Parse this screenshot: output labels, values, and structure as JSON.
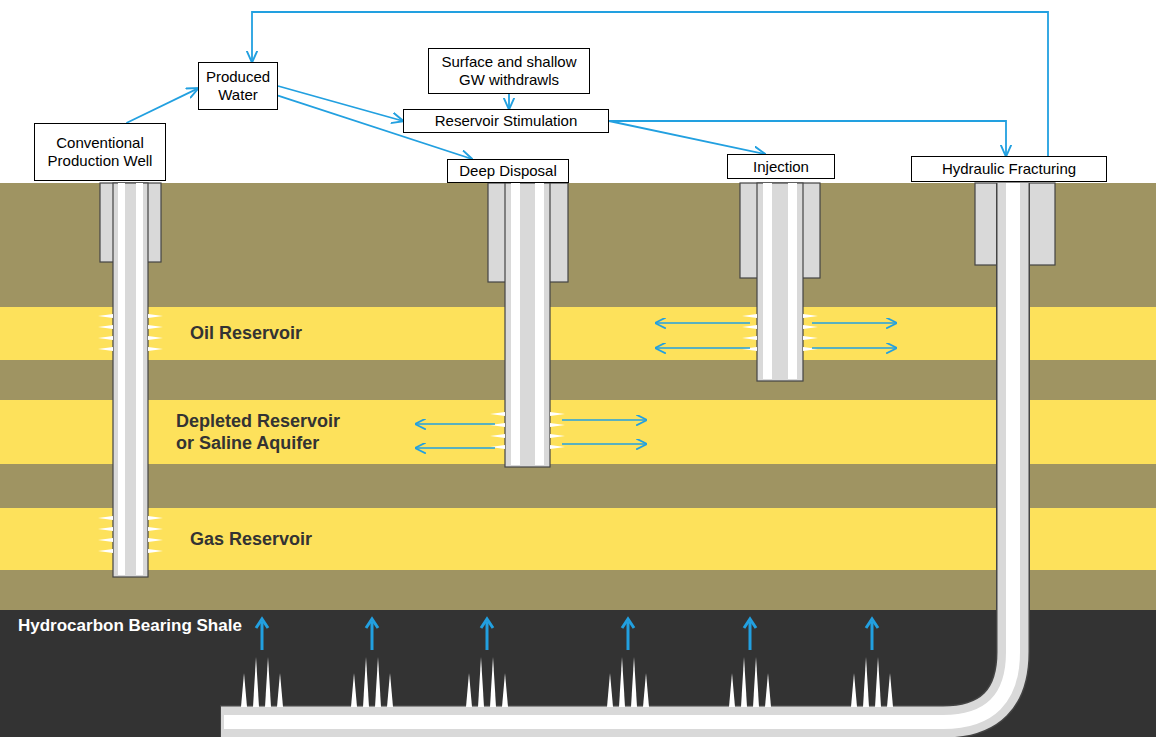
{
  "diagram": {
    "nodes": [
      {
        "text": [
          "Surface and shallow GW withdrawls"
        ]
      },
      {
        "text": [
          "Produced Water"
        ]
      },
      {
        "text": [
          "Reservoir Stimulation"
        ]
      },
      {
        "text": [
          "Conventional Production Well"
        ]
      },
      {
        "text": [
          "Deep Disposal"
        ]
      },
      {
        "text": [
          "Injection"
        ]
      },
      {
        "text": [
          "Hydraulic Fracturing"
        ]
      },
      {
        "text": [
          "Oil Reservoir"
        ]
      },
      {
        "text": [
          "Depleted Reservoir or Saline Aquifer"
        ]
      },
      {
        "text": [
          "Gas Reservoir"
        ]
      },
      {
        "text": [
          "Hydrocarbon Bearing Shale"
        ]
      }
    ],
    "edges": [
      {
        "from": 3,
        "to": 1,
        "arrow": "to"
      },
      {
        "from": 1,
        "to": 2,
        "arrow": "to"
      },
      {
        "from": 1,
        "to": 4,
        "arrow": "to"
      },
      {
        "from": 0,
        "to": 2,
        "arrow": "to"
      },
      {
        "from": 2,
        "to": 5,
        "arrow": "to"
      },
      {
        "from": 2,
        "to": 6,
        "arrow": "to"
      },
      {
        "from": 6,
        "to": 1,
        "arrow": "to"
      }
    ]
  }
}
